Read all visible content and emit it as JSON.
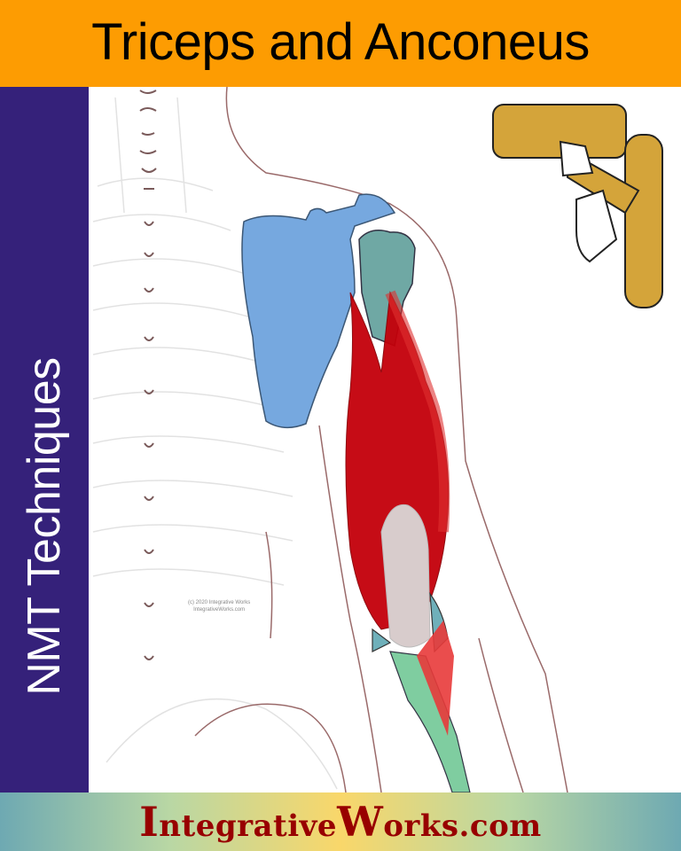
{
  "header": {
    "title": "Triceps and Anconeus"
  },
  "sidebar": {
    "label": "NMT Techniques"
  },
  "illustration": {
    "subject": "posterior shoulder and arm with triceps and anconeus muscles",
    "copyright_line1": "(c) 2020 Integrative Works",
    "copyright_line2": "IntegrativeWorks.com",
    "icon": "wooden-massage-tool-icon"
  },
  "footer": {
    "brand_I": "I",
    "brand_ntegrative": "ntegrative",
    "brand_W": "W",
    "brand_orks": "orks.com"
  },
  "colors": {
    "header": "#fd9c02",
    "sidebar": "#35217a",
    "scapula": "#76a8df",
    "humerus": "#6fa8a4",
    "muscle": "#c4000a",
    "ulna": "#7fcda0",
    "brand": "#980000"
  }
}
